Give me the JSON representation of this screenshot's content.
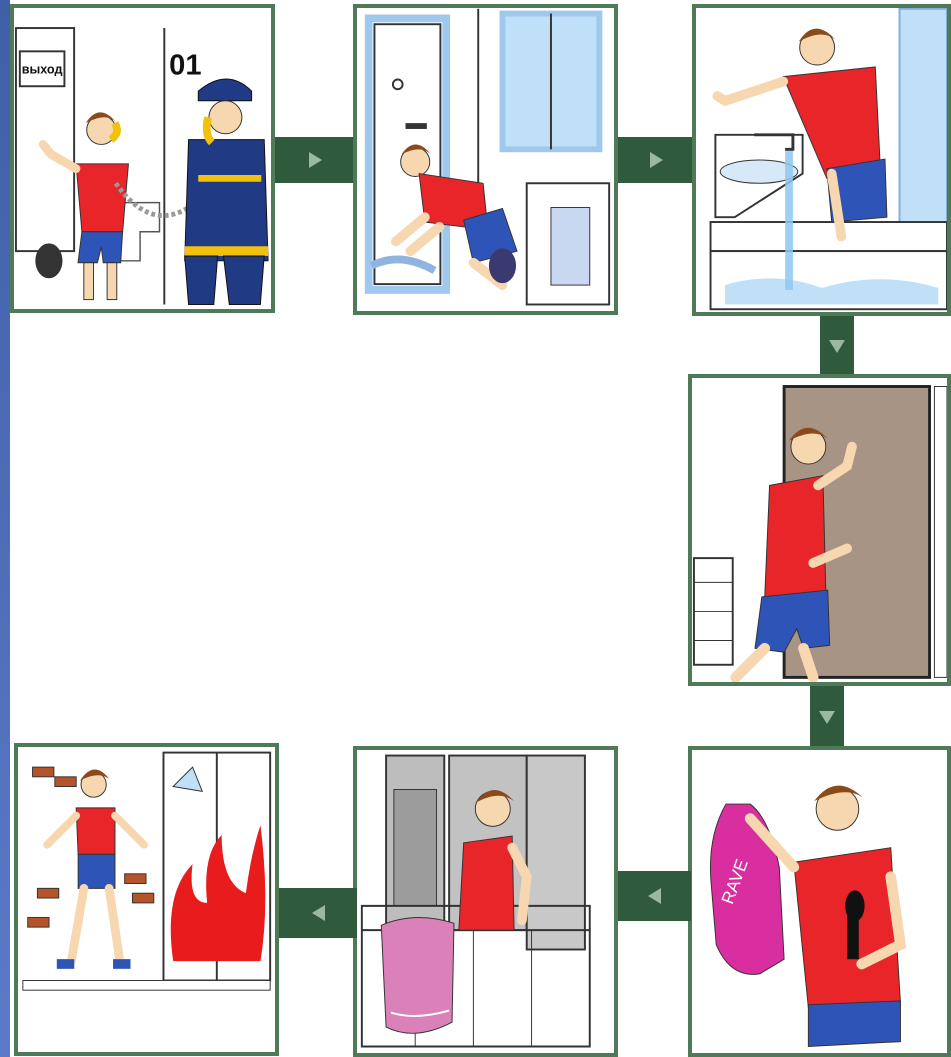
{
  "panels": [
    {
      "id": "step-1",
      "sign_exit": "выход",
      "number": "01"
    },
    {
      "id": "step-2"
    },
    {
      "id": "step-3"
    },
    {
      "id": "step-4"
    },
    {
      "id": "step-5",
      "shirt_text": "RAVE"
    },
    {
      "id": "step-6"
    },
    {
      "id": "step-7"
    }
  ],
  "colors": {
    "frame": "#4f7a58",
    "connector": "#2f5b3c",
    "arrow": "#9ab8a2",
    "shirt": "#e8262a",
    "shorts": "#2f54b8",
    "hair": "#8a4a1a",
    "skin": "#f7d7b0",
    "fire": "#e81c1c",
    "towel": "#d981b8"
  },
  "icons": [
    "play-right-arrow-icon",
    "play-down-arrow-icon",
    "play-left-arrow-icon"
  ]
}
